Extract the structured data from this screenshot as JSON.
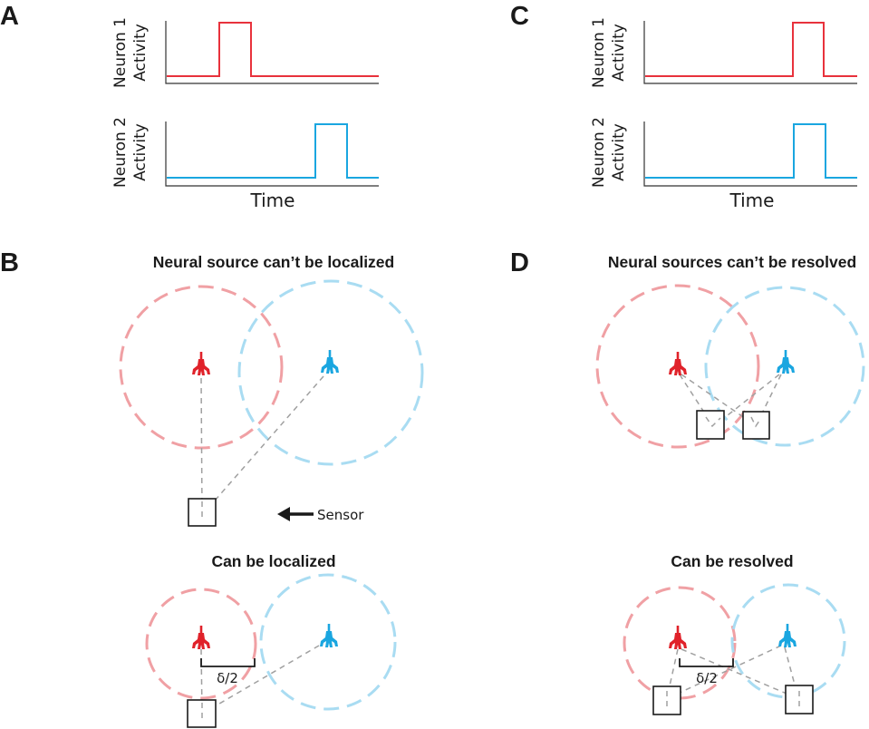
{
  "panels": {
    "a": {
      "letter": "A"
    },
    "b": {
      "letter": "B",
      "top_heading": "Neural source can’t be localized",
      "bottom_heading": "Can be localized",
      "sensor_label": "Sensor",
      "distance_label": "δ/2"
    },
    "c": {
      "letter": "C"
    },
    "d": {
      "letter": "D",
      "top_heading": "Neural sources can’t be resolved",
      "bottom_heading": "Can be resolved",
      "distance_label": "δ/2"
    }
  },
  "plots": {
    "neuron1_label_line1": "Neuron 1",
    "neuron2_label_line1": "Neuron 2",
    "activity_label": "Activity",
    "time_label": "Time"
  },
  "colors": {
    "neuron1": "#e8323c",
    "neuron2": "#1aa6e0",
    "field1": "#f0a0a4",
    "field2": "#a9dcf2"
  },
  "icons": {
    "neuron": "pyramidal-neuron-icon",
    "sensor": "sensor-square-icon",
    "arrow": "left-arrow-icon"
  }
}
